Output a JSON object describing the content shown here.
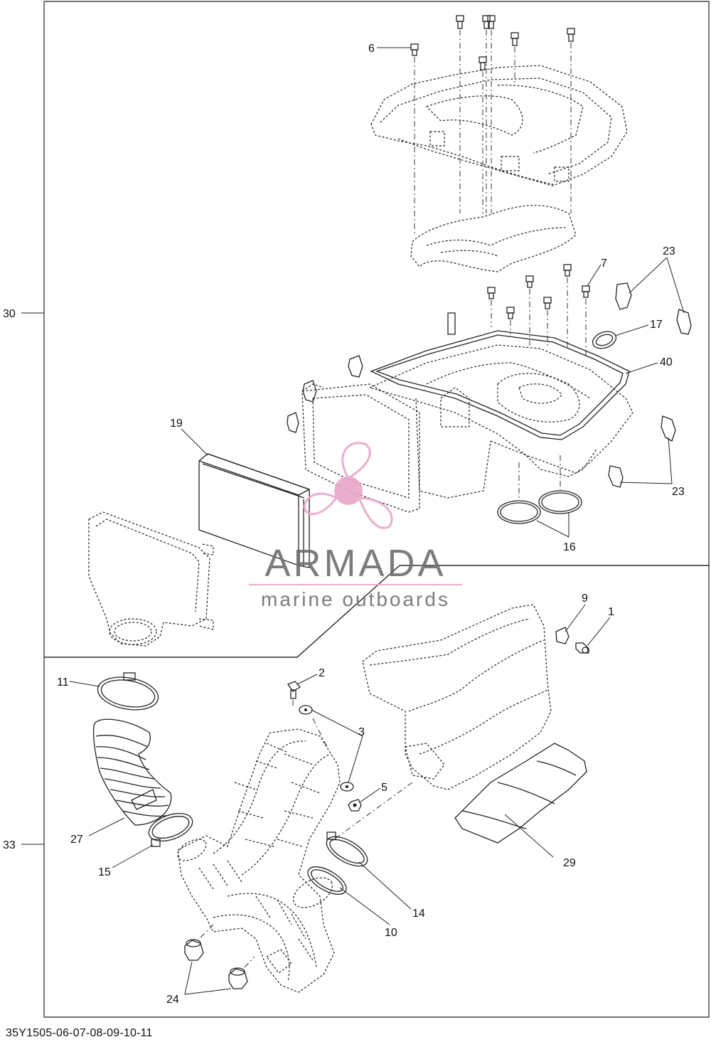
{
  "callouts": {
    "c1": "1",
    "c2": "2",
    "c3": "3",
    "c5": "5",
    "c6": "6",
    "c7": "7",
    "c9": "9",
    "c10": "10",
    "c11": "11",
    "c14": "14",
    "c15": "15",
    "c16": "16",
    "c17": "17",
    "c19": "19",
    "c23a": "23",
    "c23b": "23",
    "c24": "24",
    "c27": "27",
    "c29": "29",
    "c30": "30",
    "c33": "33",
    "c40": "40"
  },
  "watermark": {
    "brand": "ARMADA",
    "tagline": "marine outboards"
  },
  "footer": {
    "code": "35Y1505-06-07-08-09-10-11"
  },
  "colors": {
    "line": "#222222",
    "watermark_text": "#6e6e6e",
    "watermark_logo": "#e8a6c8"
  }
}
